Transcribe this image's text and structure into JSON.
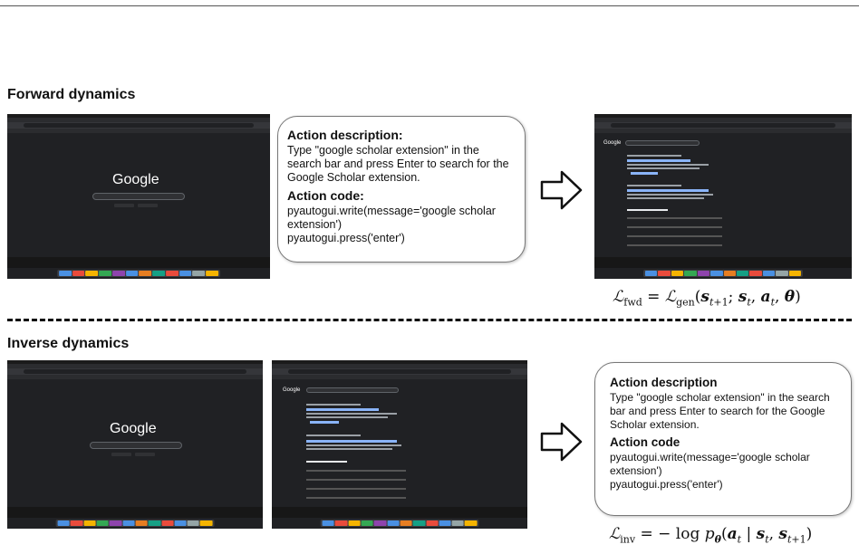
{
  "forward": {
    "title": "Forward dynamics",
    "box": {
      "desc_heading": "Action description:",
      "desc_text": "Type \"google scholar extension\" in the search bar and press Enter to search for the Google Scholar extension.",
      "code_heading": "Action code:",
      "code_text": "pyautogui.write(message='google scholar extension')\npyautogui.press('enter')"
    },
    "loss": "ℒ_fwd = ℒ_gen(s_{t+1}; s_t, a_t, θ)"
  },
  "inverse": {
    "title": "Inverse dynamics",
    "box": {
      "desc_heading": "Action description",
      "desc_text": "Type \"google scholar extension\" in the search bar and press Enter to search for the Google Scholar extension.",
      "code_heading": "Action code",
      "code_text": "pyautogui.write(message='google scholar extension')\npyautogui.press('enter')"
    },
    "loss": "ℒ_inv = −log p_θ(a_t | s_t, s_{t+1})"
  },
  "screens": {
    "home_logo": "Google",
    "results_logo": "Google"
  },
  "colors": {
    "screen_bg": "#202124",
    "link": "#8ab4f8"
  }
}
